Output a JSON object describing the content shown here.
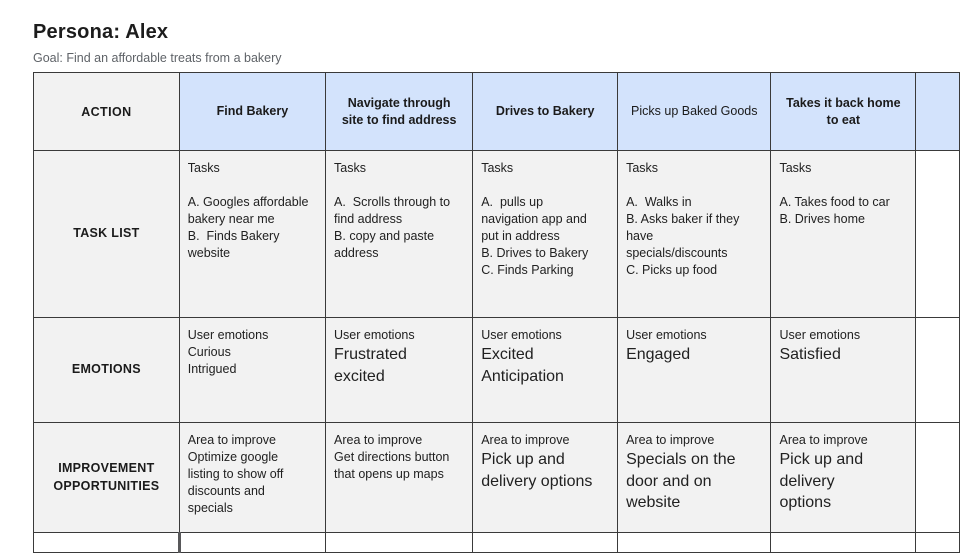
{
  "page": {
    "title": "Persona: Alex",
    "subtitle": "Goal: Find an affordable treats from a bakery"
  },
  "colors": {
    "header_blue": "#d3e3fc",
    "cell_gray": "#f2f2f2",
    "thick_border_gray": "#58585a",
    "thin_border": "#3a3a3a",
    "subtitle_gray": "#5f6368",
    "text": "#212121"
  },
  "table": {
    "header": {
      "label": "ACTION",
      "columns": [
        {
          "label": "Find Bakery",
          "bold": true
        },
        {
          "label": "Navigate through site to find address",
          "bold": true
        },
        {
          "label": "Drives to Bakery",
          "bold": true
        },
        {
          "label": "Picks up Baked Goods",
          "bold": false
        },
        {
          "label": "Takes it back home to eat",
          "bold": true
        }
      ]
    },
    "rows": [
      {
        "label": "TASK LIST",
        "cells": [
          {
            "small": [
              "Tasks",
              "",
              "A. Googles affordable bakery near me",
              "B.  Finds Bakery website"
            ],
            "big": []
          },
          {
            "small": [
              "Tasks",
              "",
              "A.  Scrolls through to find address",
              "B. copy and paste address"
            ],
            "big": []
          },
          {
            "small": [
              "Tasks",
              "",
              "A.  pulls up navigation app and put in address",
              "B. Drives to Bakery",
              "C. Finds Parking"
            ],
            "big": []
          },
          {
            "small": [
              "Tasks",
              "",
              "A.  Walks in",
              "B. Asks baker if they have specials/discounts",
              "C. Picks up food"
            ],
            "big": []
          },
          {
            "small": [
              "Tasks",
              "",
              "A. Takes food to car",
              "B. Drives home"
            ],
            "big": []
          }
        ]
      },
      {
        "label": "EMOTIONS",
        "cells": [
          {
            "small": [
              "User emotions",
              "Curious",
              "Intrigued"
            ],
            "big": []
          },
          {
            "small": [
              "User emotions"
            ],
            "big": [
              "Frustrated",
              "excited"
            ]
          },
          {
            "small": [
              "User emotions"
            ],
            "big": [
              "Excited",
              "Anticipation"
            ]
          },
          {
            "small": [
              "User emotions"
            ],
            "big": [
              "Engaged"
            ]
          },
          {
            "small": [
              "User emotions"
            ],
            "big": [
              "Satisfied"
            ]
          }
        ]
      },
      {
        "label": "IMPROVEMENT OPPORTUNITIES",
        "cells": [
          {
            "small": [
              "Area to improve",
              "Optimize google listing to show off discounts and specials"
            ],
            "big": []
          },
          {
            "small": [
              "Area to improve",
              "Get directions button that opens up maps"
            ],
            "big": []
          },
          {
            "small": [
              "Area to improve"
            ],
            "big": [
              "Pick up and",
              "delivery options"
            ]
          },
          {
            "small": [
              "Area to improve"
            ],
            "big": [
              "Specials on the",
              "door and on",
              "website"
            ]
          },
          {
            "small": [
              "Area to improve"
            ],
            "big": [
              "Pick up and",
              "delivery",
              "options"
            ]
          }
        ]
      }
    ]
  }
}
